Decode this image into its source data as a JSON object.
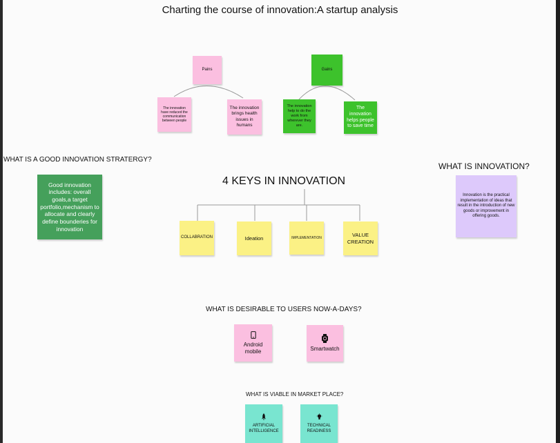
{
  "title": "Charting the course of innovation:A startup analysis",
  "pains": {
    "label": "Pains",
    "notes": [
      "The innovation have reduced the communication between people",
      "The innovation brings health issues in humans"
    ]
  },
  "gains": {
    "label": "Gains",
    "notes": [
      "The innovation help to do the work from wherever they are.",
      "The innovation helps people to save time"
    ]
  },
  "strategy": {
    "heading": "WHAT IS A GOOD INNOVATION STRATERGY?",
    "note": "Good innovation includes: overall goals,a target portfolio,mechanism to allocate and clearly define bounderies for innovation"
  },
  "innovation": {
    "heading": "WHAT IS INNOVATION?",
    "note": "Innovation is the practical implementation of ideas that result in the introduction of new goods or improvement in offering goods."
  },
  "keys": {
    "heading": "4 KEYS IN INNOVATION",
    "items": [
      "COLLABRATION",
      "Ideation",
      "IMPLEMENTATION",
      "VALUE CREATION"
    ]
  },
  "desirable": {
    "heading": "WHAT IS DESIRABLE TO USERS NOW-A-DAYS?",
    "items": [
      {
        "label": "Android mobile",
        "icon": "smartphone-icon"
      },
      {
        "label": "Smartwatch",
        "icon": "smartwatch-icon"
      }
    ]
  },
  "viable": {
    "heading": "WHAT IS VIABLE IN MARKET PLACE?",
    "items": [
      {
        "label": "ARTIFICIAL INTELLIGENCE",
        "icon": "rocket-icon"
      },
      {
        "label": "TECHNICAL READINESS",
        "icon": "lightbulb-icon"
      }
    ]
  },
  "colors": {
    "pink": "#fbbfe0",
    "green": "#3dc22c",
    "dark_green": "#45a05b",
    "yellow": "#fbf185",
    "lilac": "#ddc9fb",
    "teal": "#79e5d0"
  }
}
